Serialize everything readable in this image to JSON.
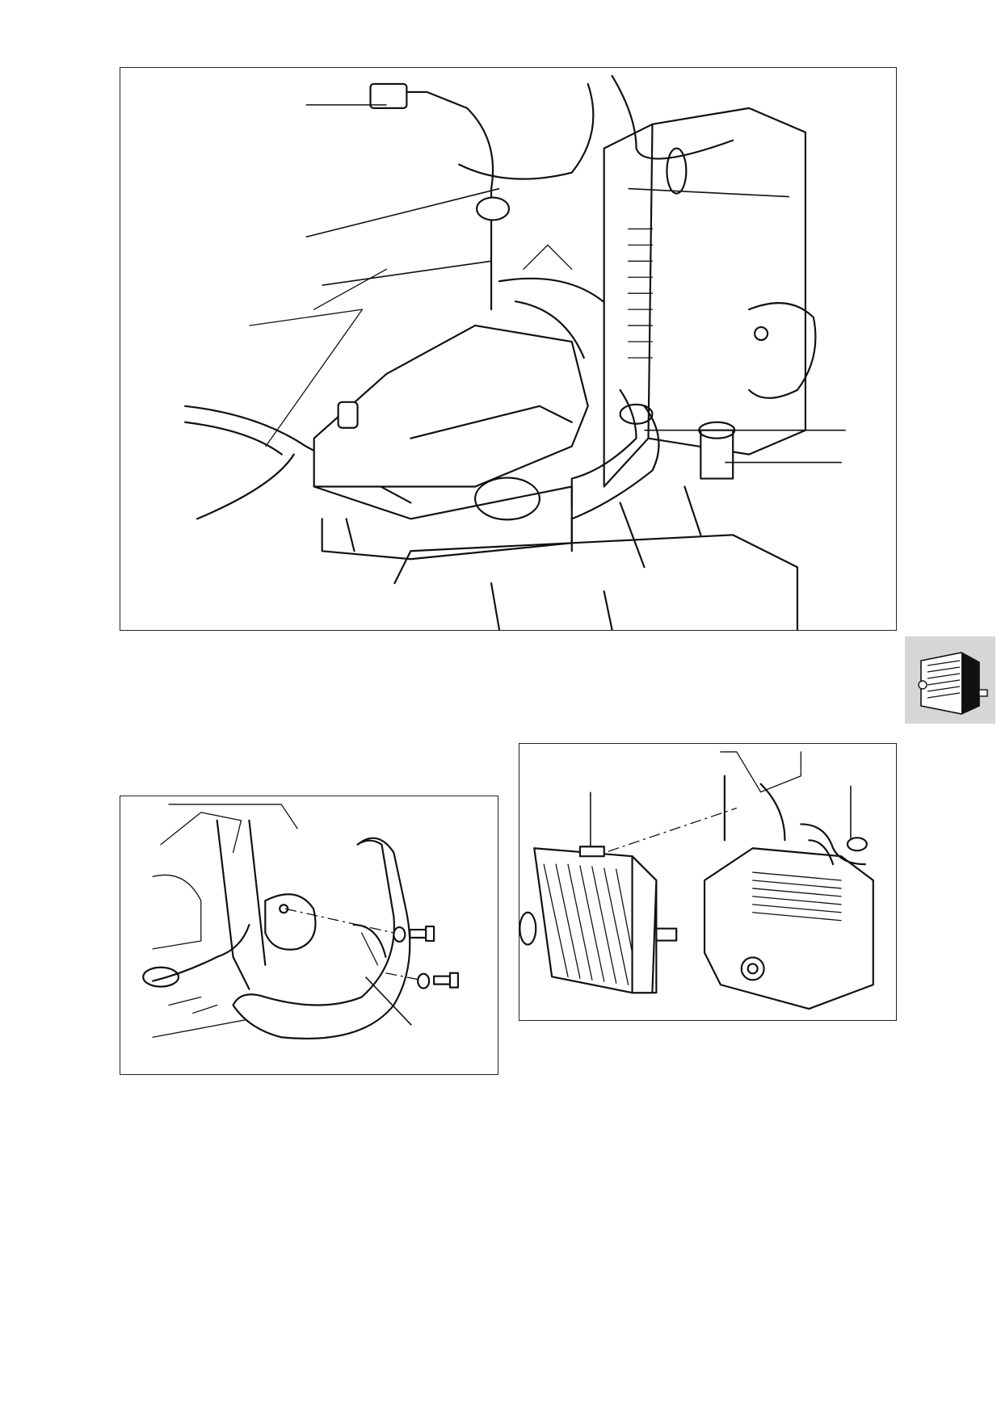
{
  "page": {
    "background": "#ffffff",
    "ink_color": "#111111",
    "tab_color": "#d6d6d6"
  },
  "figures": [
    {
      "id": "fig-top",
      "subject": "radiator-hoses-fan-housing"
    },
    {
      "id": "fig-left",
      "subject": "cowl-bracket-fixings"
    },
    {
      "id": "fig-right",
      "subject": "radiator-removal"
    }
  ],
  "section_tab": {
    "icon": "radiator-icon"
  }
}
